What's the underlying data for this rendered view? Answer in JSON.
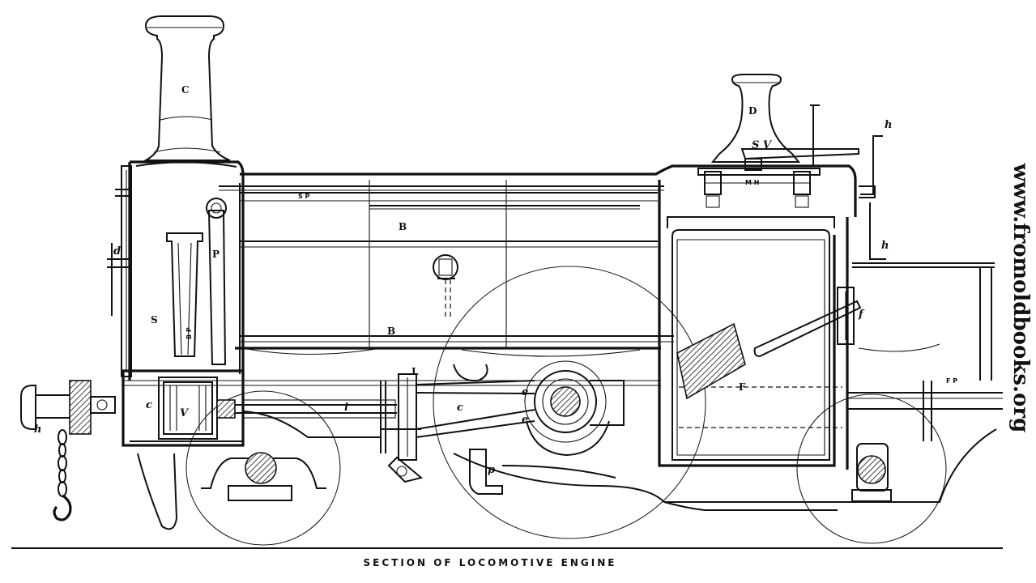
{
  "caption": "SECTION OF LOCOMOTIVE ENGINE",
  "watermark": "www.fromoldbooks.org",
  "labels": {
    "chimney": "C",
    "dome": "D",
    "safety_valve": "S V",
    "manhole": "M H",
    "steam_pipe": "S P",
    "boiler_upper": "B",
    "boiler_lower": "B",
    "pipe": "P",
    "smokebox": "S",
    "blast_pipe": "B P",
    "firebox": "F",
    "fire_door": "f",
    "footplate": "F P",
    "cylinder": "c",
    "valve": "V",
    "piston_rod": "i",
    "link": "L",
    "eccentric_upper": "e",
    "eccentric_lower": "e",
    "crank": "c",
    "pump": "p",
    "lever_d": "d",
    "handle_upper": "h",
    "handle_lower": "h",
    "buffer_hook": "h"
  },
  "colors": {
    "ink": "#111111",
    "paper": "#ffffff"
  }
}
